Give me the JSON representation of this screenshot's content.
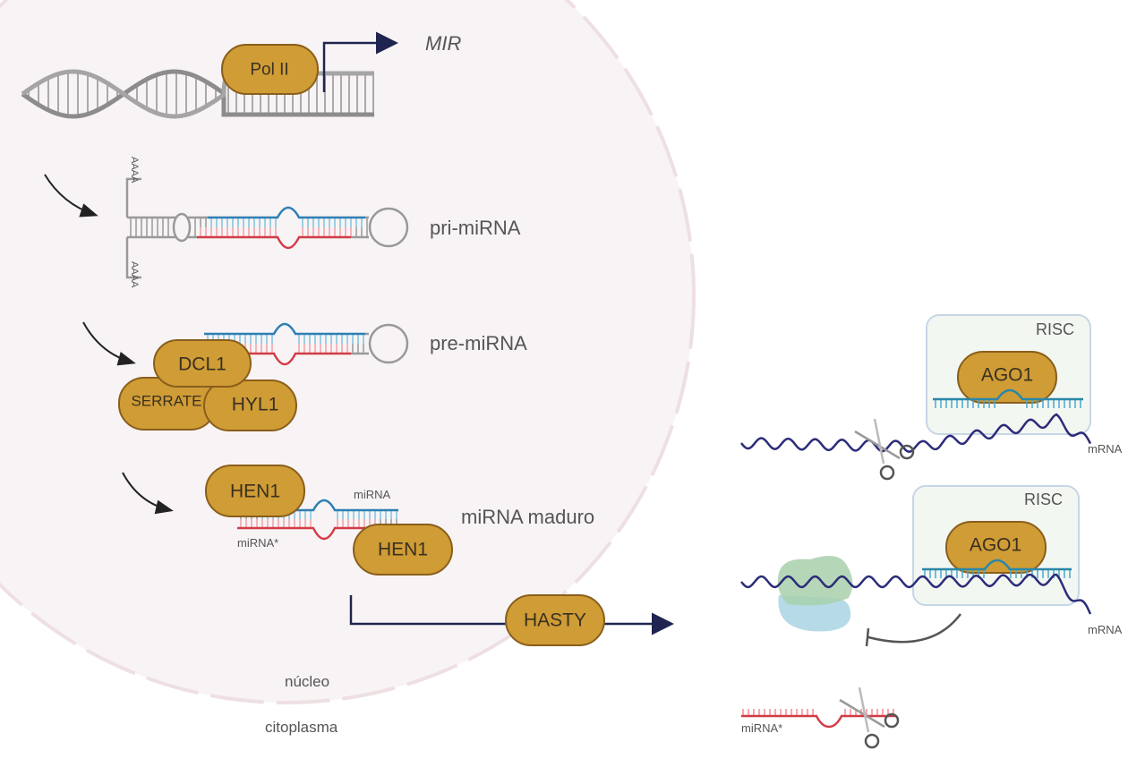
{
  "labels": {
    "gene": "MIR",
    "pri": "pri-miRNA",
    "pre": "pre-miRNA",
    "mature": "miRNA maduro",
    "mirna": "miRNA",
    "mirna_star": "miRNA*",
    "polyA_top": "AAAA",
    "polyA_bottom": "AAAA",
    "nucleus": "núcleo",
    "cytoplasm": "citoplasma",
    "risc_1": "RISC",
    "risc_2": "RISC",
    "mrna_1": "mRNA",
    "mrna_2": "mRNA",
    "mirna_star_degraded": "miRNA*"
  },
  "proteins": {
    "pol2": "Pol II",
    "dcl1": "DCL1",
    "serrate": "SERRATE",
    "hyl1": "HYL1",
    "hen1_a": "HEN1",
    "hen1_b": "HEN1",
    "hasty": "HASTY",
    "ago1_a": "AGO1",
    "ago1_b": "AGO1"
  },
  "colors": {
    "protein": "#cf9c35",
    "mirna_strand": "#2f7fb3",
    "mirna_star_strand": "#d23b46",
    "mrna": "#2c2c7a",
    "nucleus_fill": "#f8f4f5",
    "risc_fill": "#f3f7f1"
  },
  "icons": [
    "scissors-icon",
    "ribosome-icon",
    "inhibition-arrow-icon",
    "curved-arrow-icon",
    "dna-helix-icon"
  ]
}
